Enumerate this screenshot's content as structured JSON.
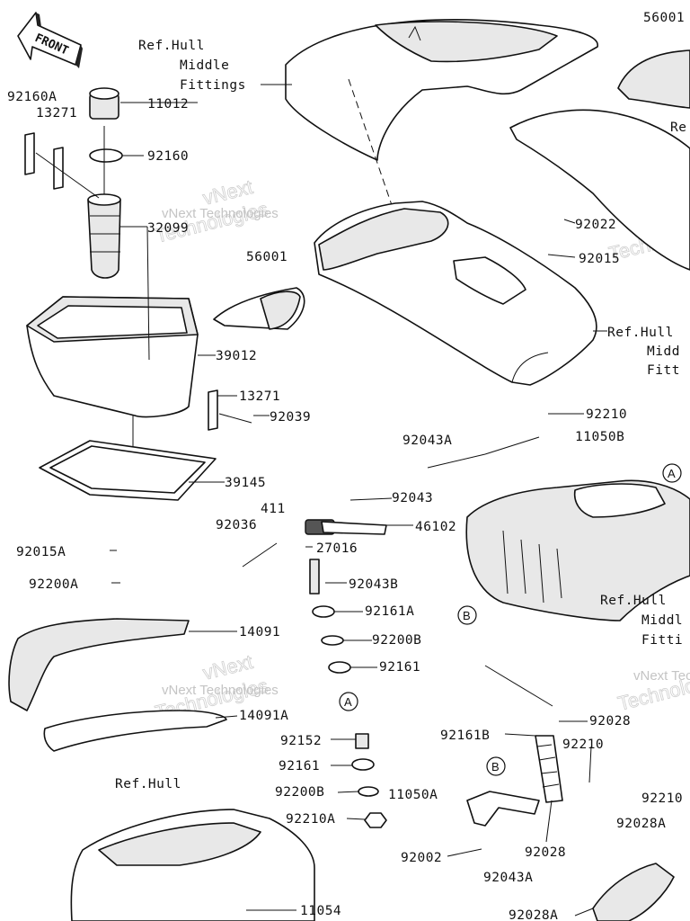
{
  "front_label": "FRONT",
  "labels": {
    "ref_hull_middle_fittings_1": [
      "Ref.Hull",
      "Middle",
      "Fittings"
    ],
    "ref_hull_middle_fittings_2": [
      "Ref.Hull",
      "Midd",
      "Fitt"
    ],
    "ref_hull_middle_fittings_3": [
      "Ref.Hull",
      "Middl",
      "Fitti"
    ],
    "ref_top_right": "Re",
    "ref_hull": "Ref.Hull",
    "p56001_top": "56001",
    "p92160A": "92160A",
    "p13271_a": "13271",
    "p11012": "11012",
    "p92160": "92160",
    "p32099": "32099",
    "p56001": "56001",
    "p39012": "39012",
    "p13271_b": "13271",
    "p92039": "92039",
    "p39145": "39145",
    "p92022": "92022",
    "p92015": "92015",
    "p92210_a": "92210",
    "p92043A": "92043A",
    "p11050B": "11050B",
    "p92043": "92043",
    "p411": "411",
    "p92036": "92036",
    "p46102": "46102",
    "p27016": "27016",
    "p92015A": "92015A",
    "p92200A": "92200A",
    "p92043B": "92043B",
    "p92161A": "92161A",
    "p14091": "14091",
    "p92200B": "92200B",
    "p92161_a": "92161",
    "p14091A": "14091A",
    "p92028_a": "92028",
    "p92161B": "92161B",
    "p92210_b": "92210",
    "p92152": "92152",
    "p92161_b": "92161",
    "p92200B_b": "92200B",
    "p11050A": "11050A",
    "p92210A": "92210A",
    "p92210_c": "92210",
    "p92028A_a": "92028A",
    "p92002": "92002",
    "p92028_b": "92028",
    "p92043A_b": "92043A",
    "p11054": "11054",
    "p92028A_b": "92028A"
  },
  "callouts": {
    "A": "A",
    "B": "B"
  },
  "watermark": {
    "line1": "vNext",
    "line2": "Technologies",
    "small": "vNext Technologies"
  }
}
